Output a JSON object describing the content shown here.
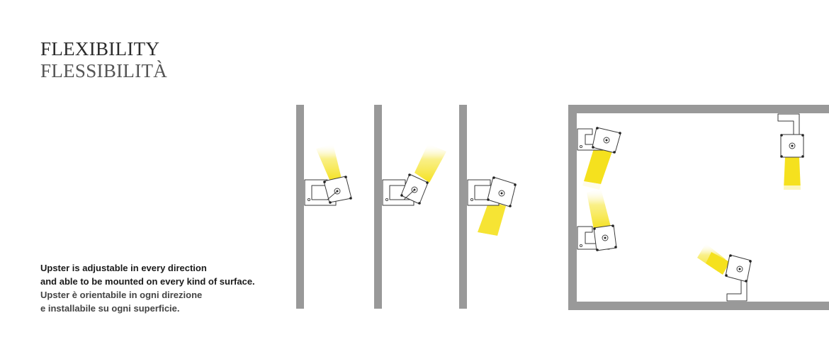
{
  "title": {
    "english": "FLEXIBILITY",
    "italian": "FLESSIBILITÀ"
  },
  "description": {
    "english_line1": "Upster is adjustable in every direction",
    "english_line2": "and able to be mounted on every kind of surface.",
    "italian_line1": "Upster è orientabile in ogni direzione",
    "italian_line2": "e installabile su ogni superficie."
  },
  "colors": {
    "wall": "#999999",
    "beam": "#f5e11e",
    "text_dark": "#1a1a1a",
    "text_gray": "#555555"
  }
}
